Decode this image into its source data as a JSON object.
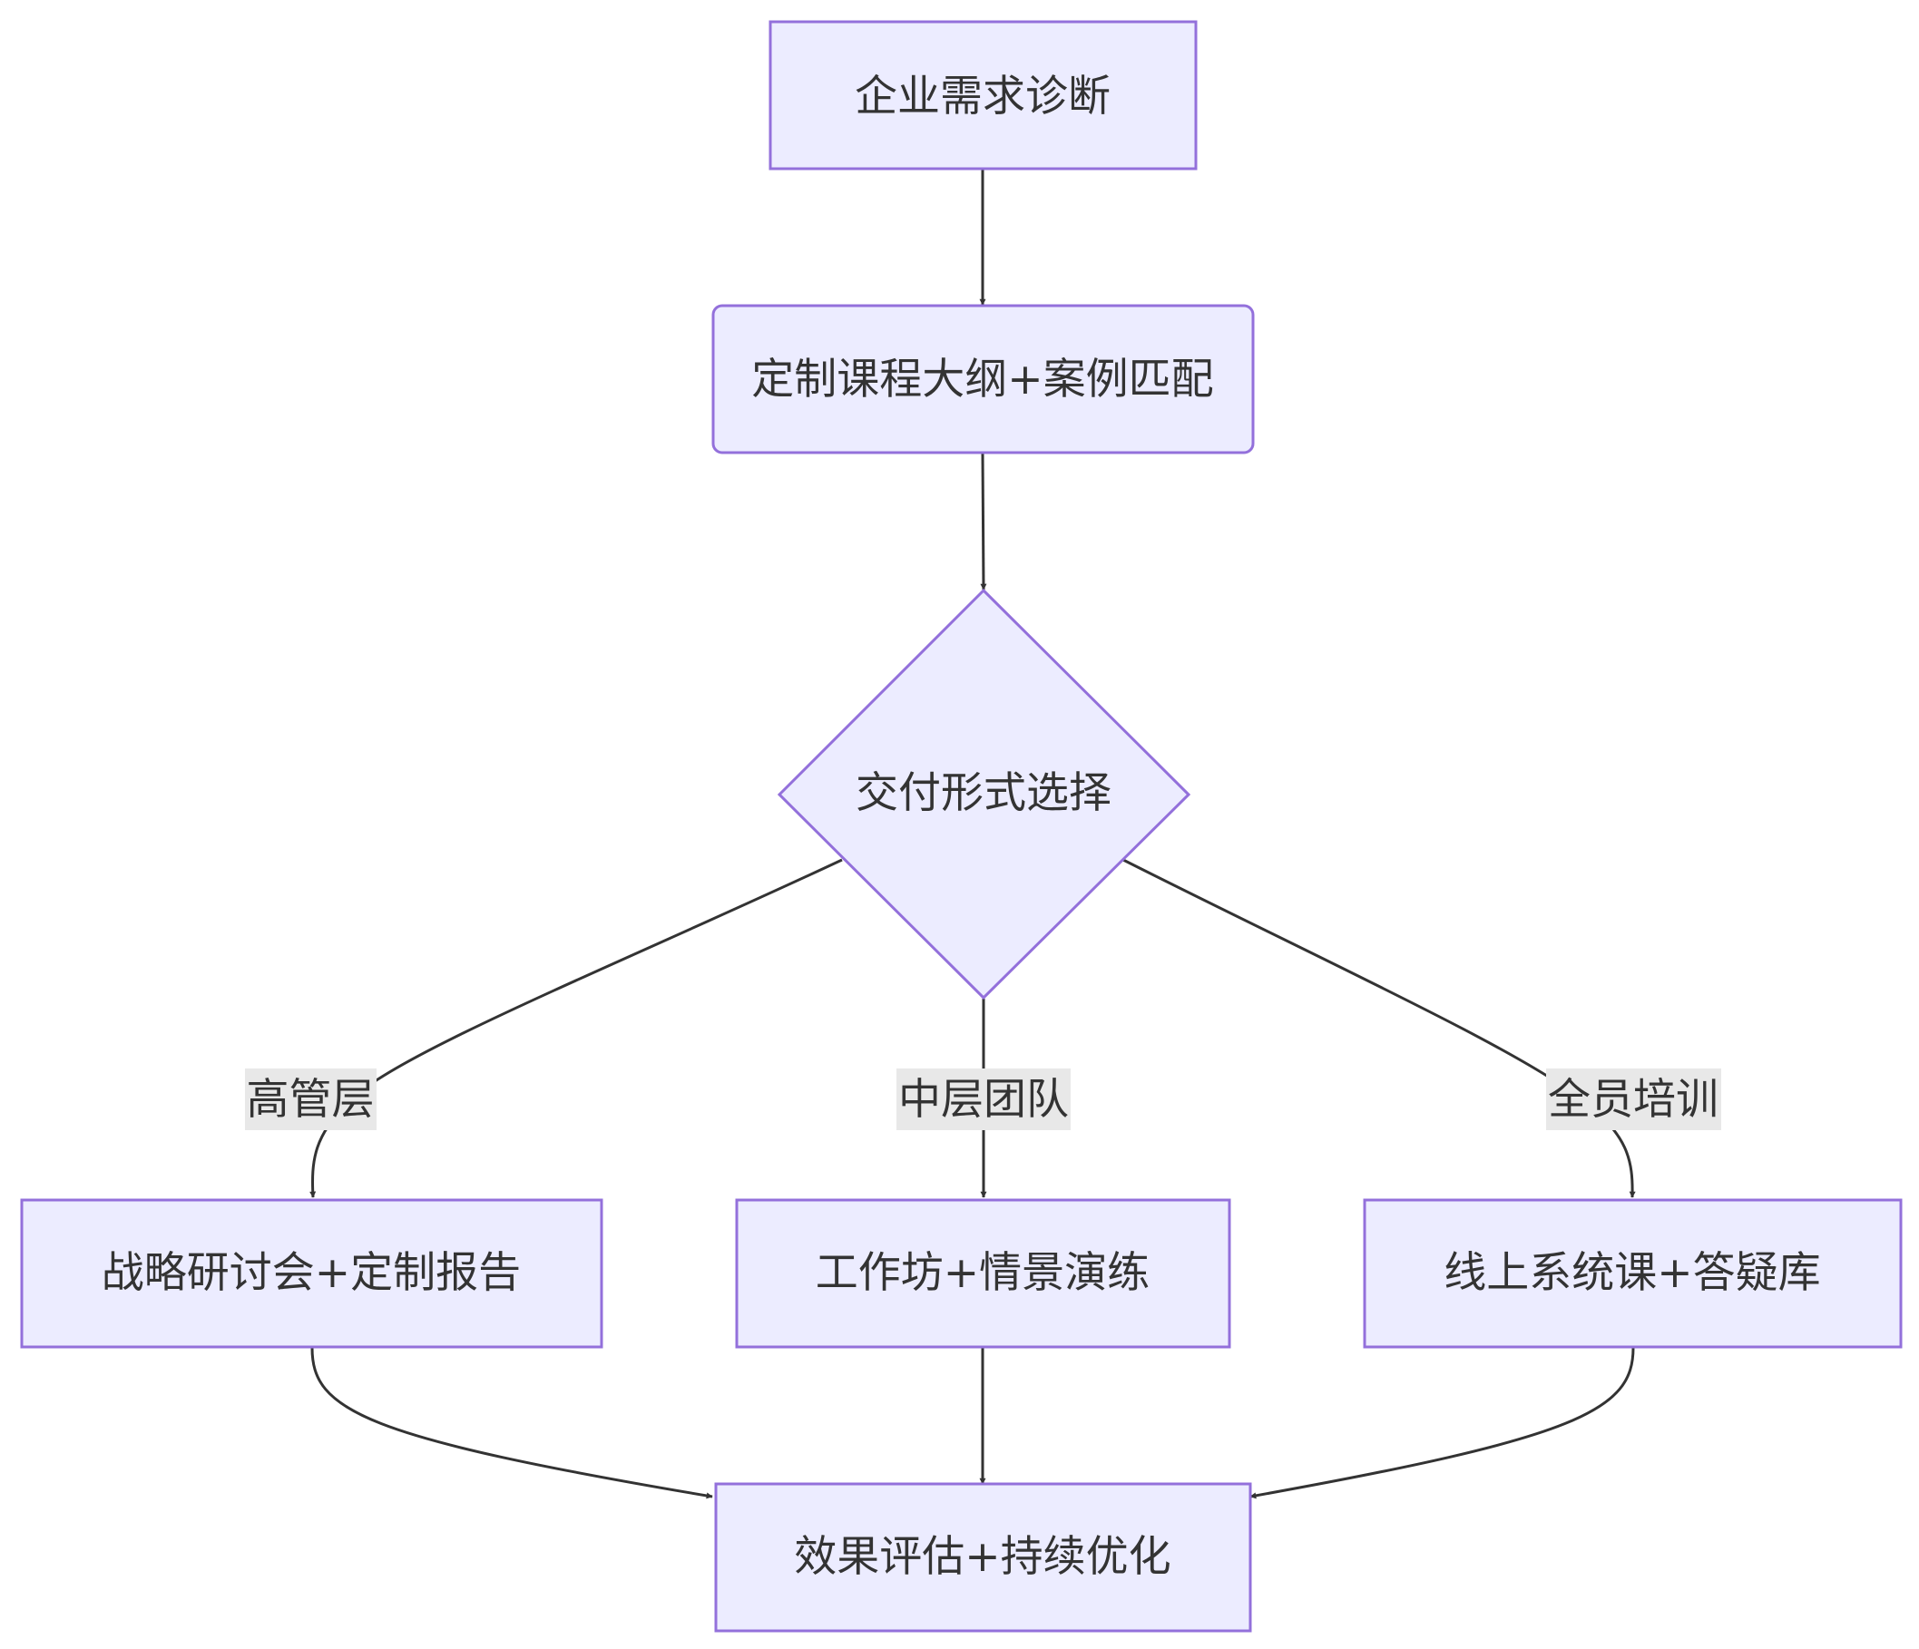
{
  "nodes": {
    "diagnose": "企业需求诊断",
    "customize": "定制课程大纲+案例匹配",
    "delivery": "交付形式选择",
    "executive_path": "战略研讨会+定制报告",
    "middle_path": "工作坊+情景演练",
    "all_staff_path": "线上系统课+答疑库",
    "evaluate": "效果评估+持续优化"
  },
  "edge_labels": {
    "executive": "高管层",
    "middle": "中层团队",
    "all_staff": "全员培训"
  },
  "colors": {
    "node_fill": "#ECECFF",
    "node_stroke": "#9370DB",
    "edge": "#333333",
    "label_bg": "#E8E8E8",
    "text": "#333333"
  }
}
